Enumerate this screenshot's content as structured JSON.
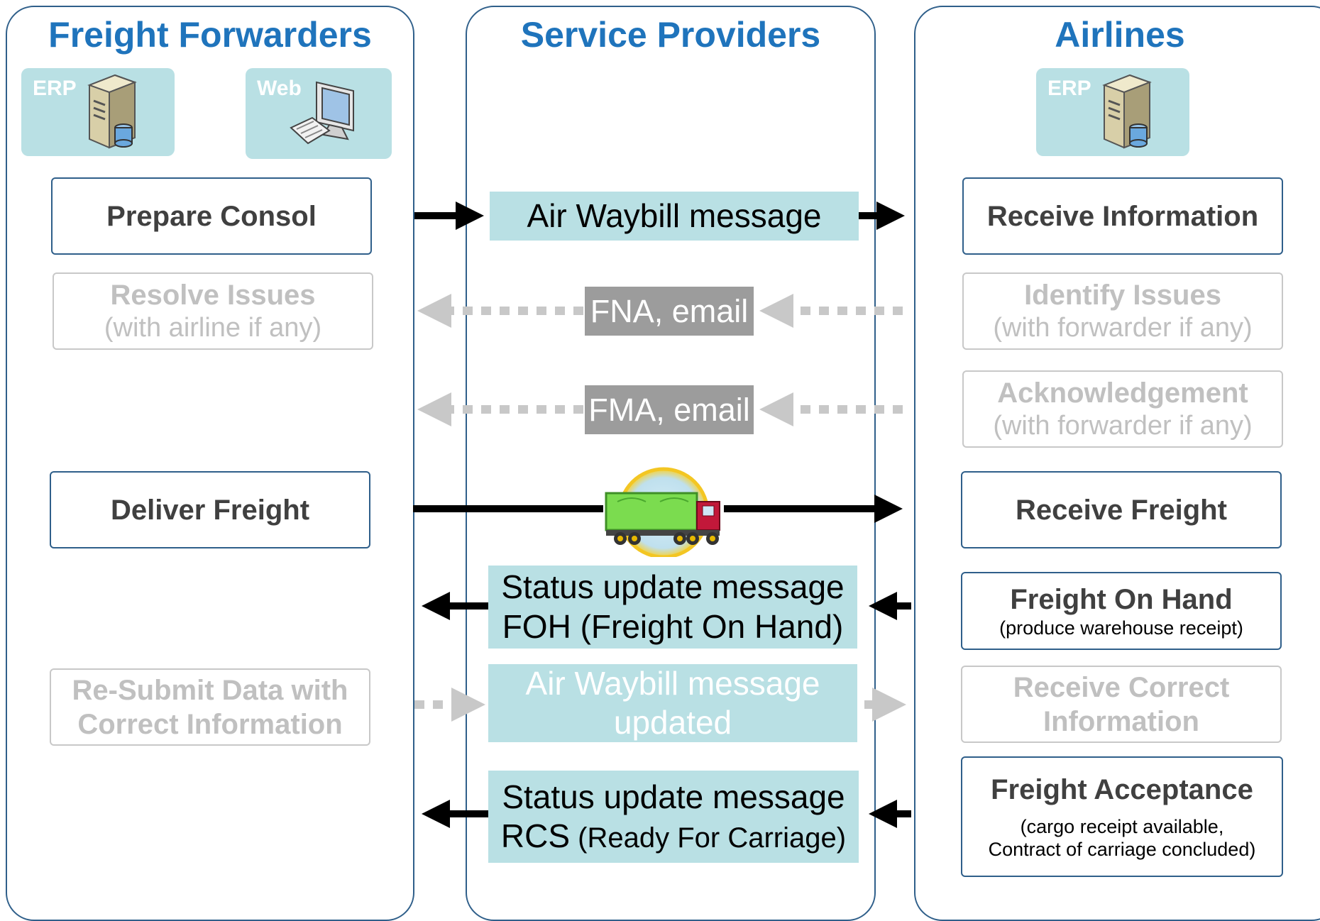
{
  "lanes": {
    "forwarders": {
      "title": "Freight Forwarders"
    },
    "providers": {
      "title": "Service Providers"
    },
    "airlines": {
      "title": "Airlines"
    }
  },
  "systems": {
    "forwarder_erp": "ERP",
    "forwarder_web": "Web",
    "airline_erp": "ERP"
  },
  "forwarder_steps": {
    "prepare_consol": "Prepare Consol",
    "resolve_issues_title": "Resolve Issues",
    "resolve_issues_sub": "(with airline if any)",
    "deliver_freight": "Deliver Freight",
    "resubmit_line1": "Re-Submit Data with",
    "resubmit_line2": "Correct Information"
  },
  "messages": {
    "awb": "Air Waybill message",
    "fna": "FNA, email",
    "fma": "FMA, email",
    "foh_line1": "Status update message",
    "foh_line2": "FOH (Freight On Hand)",
    "awb_updated_line1": "Air Waybill message",
    "awb_updated_line2": "updated",
    "rcs_line1": "Status update message",
    "rcs_line2a": "RCS",
    "rcs_line2b": " (Ready For Carriage)"
  },
  "airline_steps": {
    "receive_information": "Receive Information",
    "identify_issues_title": "Identify Issues",
    "identify_issues_sub": "(with forwarder if any)",
    "acknowledgement_title": "Acknowledgement",
    "acknowledgement_sub": "(with forwarder if any)",
    "receive_freight": "Receive Freight",
    "foh_title": "Freight On Hand",
    "foh_sub": "(produce warehouse receipt)",
    "receive_correct_line1": "Receive Correct",
    "receive_correct_line2": "Information",
    "acceptance_title": "Freight Acceptance",
    "acceptance_sub1": "(cargo receipt available,",
    "acceptance_sub2": "Contract of carriage concluded)"
  },
  "colors": {
    "title_blue": "#1f74bc",
    "lane_border": "#2f5f8a",
    "message_fill": "#b9e0e4",
    "gray_message_fill": "#9c9c9c",
    "faded_text": "#c0c0c0"
  },
  "icons": [
    "server-icon",
    "computer-icon",
    "truck-icon"
  ]
}
